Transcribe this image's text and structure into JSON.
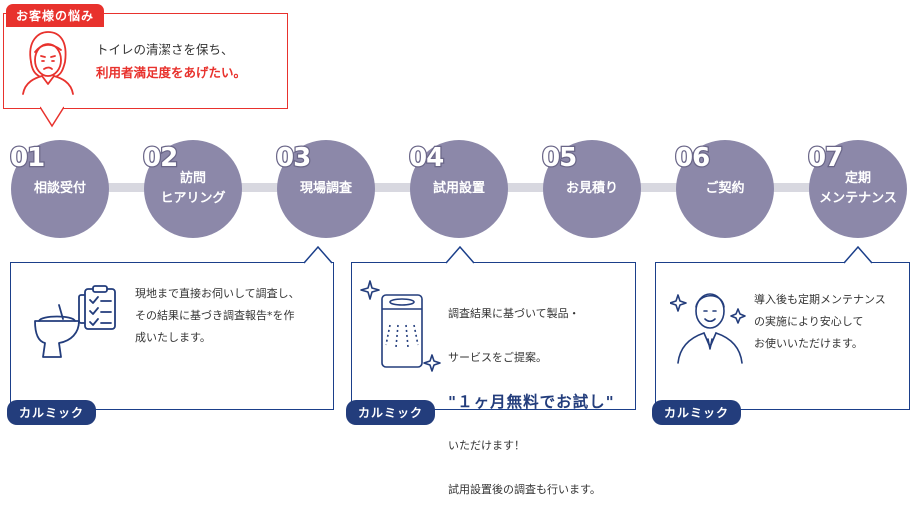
{
  "worry": {
    "tag": "お客様の悩み",
    "line1": "トイレの清潔さを保ち、",
    "line2": "利用者満足度をあげたい。"
  },
  "steps": [
    {
      "num": "01",
      "label": "相談受付"
    },
    {
      "num": "02",
      "label": "訪問\nヒアリング"
    },
    {
      "num": "03",
      "label": "現場調査"
    },
    {
      "num": "04",
      "label": "試用設置"
    },
    {
      "num": "05",
      "label": "お見積り"
    },
    {
      "num": "06",
      "label": "ご契約"
    },
    {
      "num": "07",
      "label": "定期\nメンテナンス"
    }
  ],
  "infos": [
    {
      "text": "現地まで直接お伺いして調査し、\nその結果に基づき調査報告*を作\n成いたします。",
      "badge": "カルミック"
    },
    {
      "line1": "調査結果に基づいて製品・",
      "line2": "サービスをご提案。",
      "highlight": "\"１ヶ月無料でお試し\"",
      "line3": "いただけます！",
      "line4": "試用設置後の調査も行います。",
      "badge": "カルミック"
    },
    {
      "text": "導入後も定期メンテナンス\nの実施により安心して\nお使いいただけます。",
      "badge": "カルミック"
    }
  ],
  "colors": {
    "accent_red": "#e8322d",
    "step_circle": "#8c88a9",
    "navy": "#233d7c"
  }
}
